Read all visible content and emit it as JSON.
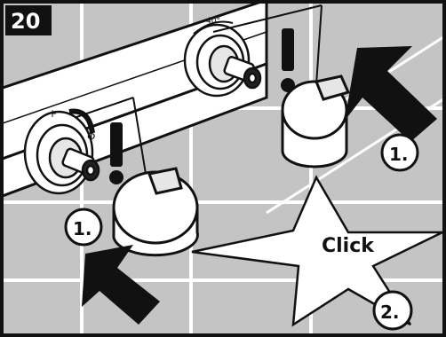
{
  "step_number": "20",
  "labels": {
    "step_1_right": "1.",
    "step_1_left": "1.",
    "step_2": "2.",
    "click": "Click",
    "degree_marking": "40°"
  },
  "colors": {
    "tile": "#c4c4c4",
    "grout": "#ffffff",
    "ink": "#111111",
    "badge": "#111111"
  },
  "icons": {
    "warning_mark": "exclamation-icon",
    "push_arrow": "arrow-icon",
    "rotation_hint": "rotate-arrow-icon"
  }
}
